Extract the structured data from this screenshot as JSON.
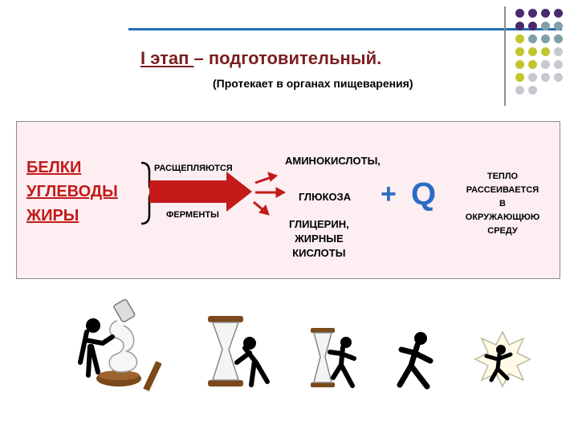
{
  "title": {
    "stage": "I этап ",
    "rest": "– подготовительный."
  },
  "subtitle": "(Протекает в органах пищеварения)",
  "colors": {
    "title": "#7a1f1f",
    "terms": "#c41a1a",
    "arrow": "#c41a1a",
    "q": "#2b6cc4",
    "panel": "#fceef1",
    "line": "#1f6fb5",
    "dot_purple": "#4a2a6e",
    "dot_teal": "#7fa0a8",
    "dot_olive": "#c0c62c",
    "dot_grey": "#c8c8d0"
  },
  "substances": [
    "БЕЛКИ",
    "УГЛЕВОДЫ",
    "ЖИРЫ"
  ],
  "arrow_top_label": "РАСЩЕПЛЯЮТСЯ",
  "arrow_bottom_label": "ФЕРМЕНТЫ",
  "products": {
    "aminoacids": "АМИНОКИСЛОТЫ,",
    "glucose": "ГЛЮКОЗА",
    "glycerin": [
      "ГЛИЦЕРИН,",
      "ЖИРНЫЕ",
      "КИСЛОТЫ"
    ]
  },
  "plus": "+",
  "q": "Q",
  "heat": [
    "ТЕПЛО",
    "РАССЕИВАЕТСЯ",
    "В",
    "ОКРУЖАЮЩЮЮ",
    "СРЕДУ"
  ],
  "figures": [
    "figure-pouring-hourglass",
    "figure-pushing-hourglass",
    "figure-running-from-hourglass",
    "figure-running",
    "figure-bursting-light"
  ]
}
